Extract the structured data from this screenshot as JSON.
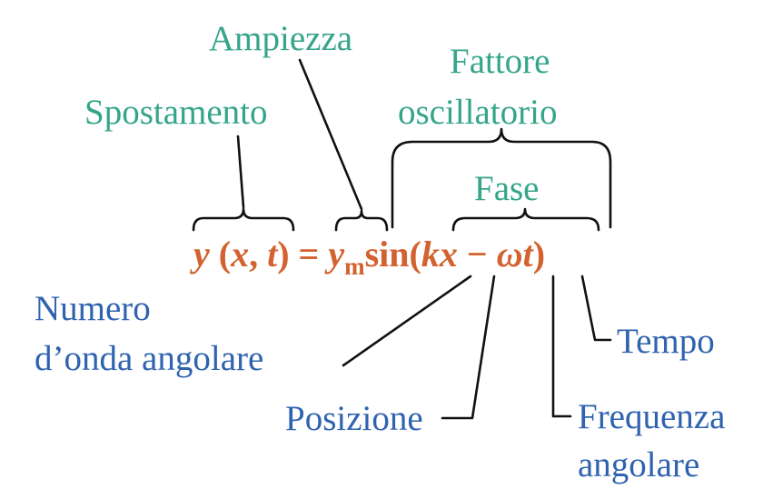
{
  "labels": {
    "spostamento": "Spostamento",
    "ampiezza": "Ampiezza",
    "fattore_line1": "Fattore",
    "fattore_line2": "oscillatorio",
    "fase": "Fase",
    "numero_line1": "Numero",
    "numero_line2": "d’onda angolare",
    "posizione": "Posizione",
    "tempo": "Tempo",
    "frequenza_line1": "Frequenza",
    "frequenza_line2": "angolare"
  },
  "equation": {
    "y": "y",
    "open_paren": " (",
    "x": "x",
    "comma": ", ",
    "t": "t",
    "close_paren_eq": ") = ",
    "ym_y": "y",
    "ym_sub": "m",
    "sin": "sin(",
    "kx": "kx",
    "minus": " − ",
    "omega_t": "ωt",
    "close": ")"
  },
  "colors": {
    "green_labels": "#35a58a",
    "blue_labels": "#2f63b0",
    "equation": "#d2622f",
    "lines": "#111111"
  }
}
